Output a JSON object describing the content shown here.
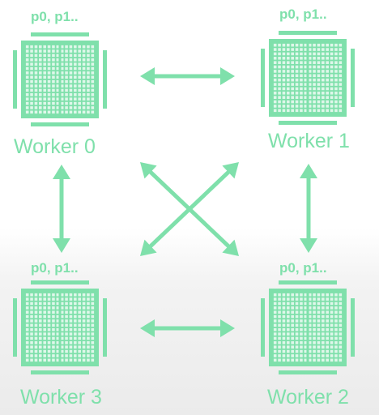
{
  "accent_color": "#7fe0ab",
  "workers": [
    {
      "id": "worker-0",
      "label": "Worker 0",
      "params": "p0, p1.."
    },
    {
      "id": "worker-1",
      "label": "Worker 1",
      "params": "p0, p1.."
    },
    {
      "id": "worker-2",
      "label": "Worker 2",
      "params": "p0, p1.."
    },
    {
      "id": "worker-3",
      "label": "Worker 3",
      "params": "p0, p1.."
    }
  ],
  "icons": {
    "chip": "tpu-chip-icon",
    "arrow": "bidirectional-arrow-icon"
  },
  "connections": [
    {
      "from": "Worker 0",
      "to": "Worker 1"
    },
    {
      "from": "Worker 0",
      "to": "Worker 3"
    },
    {
      "from": "Worker 1",
      "to": "Worker 2"
    },
    {
      "from": "Worker 3",
      "to": "Worker 2"
    },
    {
      "from": "Worker 0",
      "to": "Worker 2"
    },
    {
      "from": "Worker 1",
      "to": "Worker 3"
    }
  ]
}
